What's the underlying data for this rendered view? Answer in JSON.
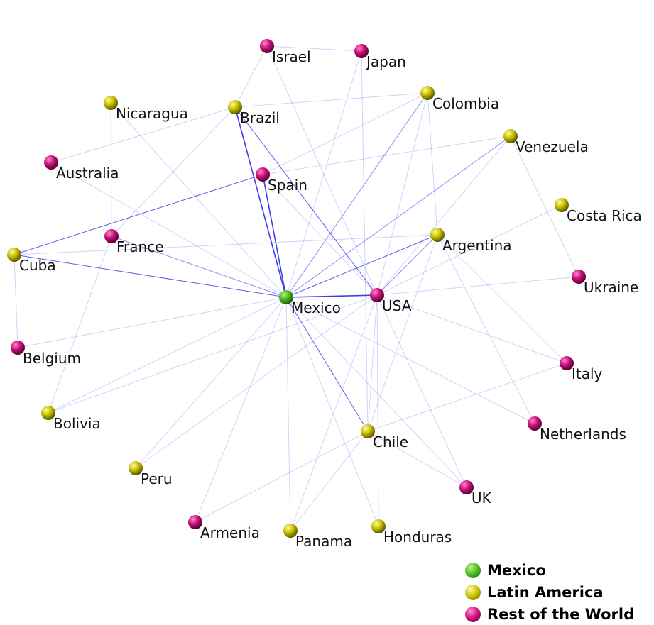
{
  "colors": {
    "mexico": "#4cb81c",
    "latin": "#c8c000",
    "world": "#c8107a",
    "edge": "#3333ee"
  },
  "legend": [
    {
      "group": "mexico",
      "label": "Mexico"
    },
    {
      "group": "latin",
      "label": "Latin America"
    },
    {
      "group": "world",
      "label": "Rest of the World"
    }
  ],
  "nodes": [
    {
      "id": "Israel",
      "label": "Israel",
      "group": "world"
    },
    {
      "id": "Japan",
      "label": "Japan",
      "group": "world"
    },
    {
      "id": "Nicaragua",
      "label": "Nicaragua",
      "group": "latin"
    },
    {
      "id": "Brazil",
      "label": "Brazil",
      "group": "latin"
    },
    {
      "id": "Colombia",
      "label": "Colombia",
      "group": "latin"
    },
    {
      "id": "Venezuela",
      "label": "Venezuela",
      "group": "latin"
    },
    {
      "id": "Australia",
      "label": "Australia",
      "group": "world"
    },
    {
      "id": "Spain",
      "label": "Spain",
      "group": "world"
    },
    {
      "id": "CostaRica",
      "label": "Costa Rica",
      "group": "latin"
    },
    {
      "id": "France",
      "label": "France",
      "group": "world"
    },
    {
      "id": "Argentina",
      "label": "Argentina",
      "group": "latin"
    },
    {
      "id": "Cuba",
      "label": "Cuba",
      "group": "latin"
    },
    {
      "id": "Ukraine",
      "label": "Ukraine",
      "group": "world"
    },
    {
      "id": "Mexico",
      "label": "Mexico",
      "group": "mexico"
    },
    {
      "id": "USA",
      "label": "USA",
      "group": "world"
    },
    {
      "id": "Belgium",
      "label": "Belgium",
      "group": "world"
    },
    {
      "id": "Italy",
      "label": "Italy",
      "group": "world"
    },
    {
      "id": "Bolivia",
      "label": "Bolivia",
      "group": "latin"
    },
    {
      "id": "Chile",
      "label": "Chile",
      "group": "latin"
    },
    {
      "id": "Netherlands",
      "label": "Netherlands",
      "group": "world"
    },
    {
      "id": "Peru",
      "label": "Peru",
      "group": "latin"
    },
    {
      "id": "UK",
      "label": "UK",
      "group": "world"
    },
    {
      "id": "Armenia",
      "label": "Armenia",
      "group": "world"
    },
    {
      "id": "Panama",
      "label": "Panama",
      "group": "latin"
    },
    {
      "id": "Honduras",
      "label": "Honduras",
      "group": "latin"
    }
  ],
  "edges": [
    [
      "Mexico",
      "USA",
      3
    ],
    [
      "Brazil",
      "Mexico",
      3
    ],
    [
      "Spain",
      "Mexico",
      3
    ],
    [
      "Brazil",
      "USA",
      2
    ],
    [
      "Mexico",
      "Chile",
      2
    ],
    [
      "Mexico",
      "Argentina",
      2
    ],
    [
      "Cuba",
      "Mexico",
      2
    ],
    [
      "Spain",
      "Cuba",
      2
    ],
    [
      "Mexico",
      "Colombia",
      1.5
    ],
    [
      "Mexico",
      "Venezuela",
      1.5
    ],
    [
      "France",
      "Mexico",
      1.5
    ],
    [
      "Argentina",
      "USA",
      1.5
    ],
    [
      "Israel",
      "Japan",
      1
    ],
    [
      "Israel",
      "Brazil",
      1
    ],
    [
      "Israel",
      "USA",
      1
    ],
    [
      "Japan",
      "Mexico",
      1
    ],
    [
      "Japan",
      "Chile",
      1
    ],
    [
      "Nicaragua",
      "France",
      1
    ],
    [
      "Nicaragua",
      "Mexico",
      1
    ],
    [
      "Brazil",
      "Colombia",
      1
    ],
    [
      "Brazil",
      "Australia",
      1
    ],
    [
      "Brazil",
      "France",
      1
    ],
    [
      "Australia",
      "Mexico",
      1
    ],
    [
      "Spain",
      "Venezuela",
      1
    ],
    [
      "Spain",
      "USA",
      1
    ],
    [
      "Colombia",
      "Argentina",
      1
    ],
    [
      "Colombia",
      "USA",
      1
    ],
    [
      "Colombia",
      "Spain",
      1
    ],
    [
      "Venezuela",
      "USA",
      1
    ],
    [
      "Venezuela",
      "Ukraine",
      1
    ],
    [
      "CostaRica",
      "USA",
      1
    ],
    [
      "Cuba",
      "Argentina",
      1
    ],
    [
      "Cuba",
      "Belgium",
      1
    ],
    [
      "Belgium",
      "Mexico",
      1
    ],
    [
      "Bolivia",
      "France",
      1
    ],
    [
      "Bolivia",
      "USA",
      1
    ],
    [
      "Argentina",
      "Chile",
      1
    ],
    [
      "Argentina",
      "Italy",
      1
    ],
    [
      "Argentina",
      "Netherlands",
      1
    ],
    [
      "USA",
      "Ukraine",
      1
    ],
    [
      "USA",
      "Italy",
      1
    ],
    [
      "USA",
      "Chile",
      1
    ],
    [
      "USA",
      "UK",
      1
    ],
    [
      "USA",
      "Panama",
      1
    ],
    [
      "USA",
      "Peru",
      1
    ],
    [
      "Mexico",
      "Netherlands",
      1
    ],
    [
      "Mexico",
      "UK",
      1
    ],
    [
      "Mexico",
      "Peru",
      1
    ],
    [
      "Mexico",
      "Armenia",
      1
    ],
    [
      "Mexico",
      "Panama",
      1
    ],
    [
      "Mexico",
      "Honduras",
      1
    ],
    [
      "Chile",
      "Italy",
      1
    ],
    [
      "Chile",
      "Armenia",
      1
    ],
    [
      "Chile",
      "Panama",
      1
    ],
    [
      "Chile",
      "UK",
      1
    ],
    [
      "USA",
      "Honduras",
      1
    ],
    [
      "Mexico",
      "Bolivia",
      1
    ]
  ]
}
